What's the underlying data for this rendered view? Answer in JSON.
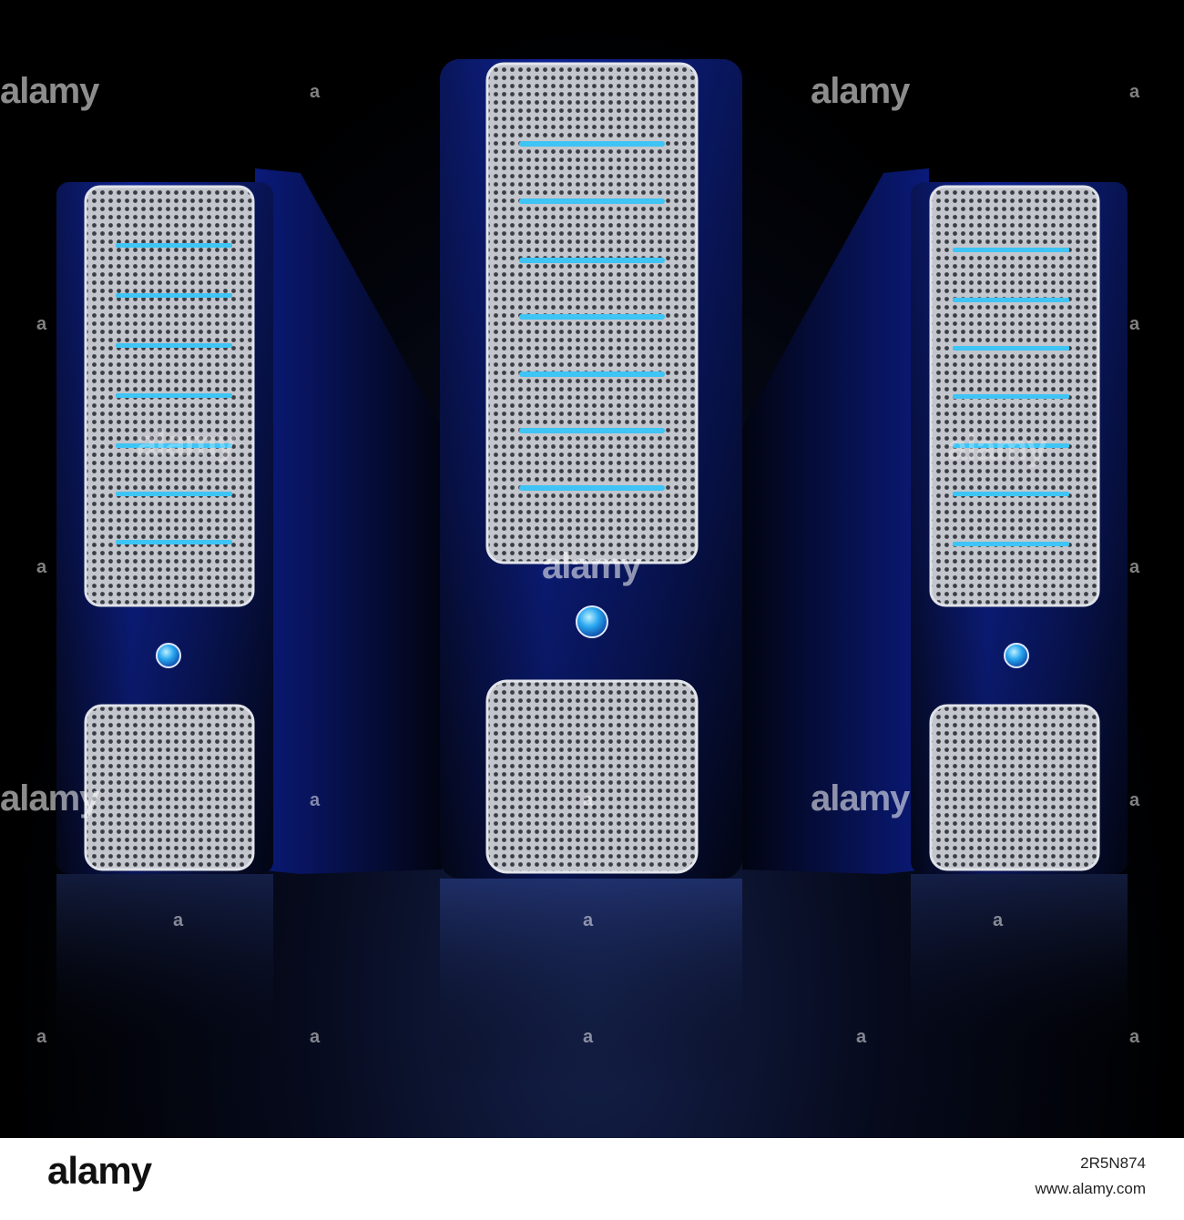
{
  "image": {
    "subject": "three server towers",
    "palette": {
      "background": "#000000",
      "chassis": "#0b1a6b",
      "accent_glow": "#3ec4f5",
      "mesh": "#b8bcc4"
    }
  },
  "watermark": {
    "text": "alamy",
    "glyph": "a"
  },
  "footer": {
    "brand": "alamy",
    "image_id": "2R5N874",
    "site": "www.alamy.com"
  }
}
